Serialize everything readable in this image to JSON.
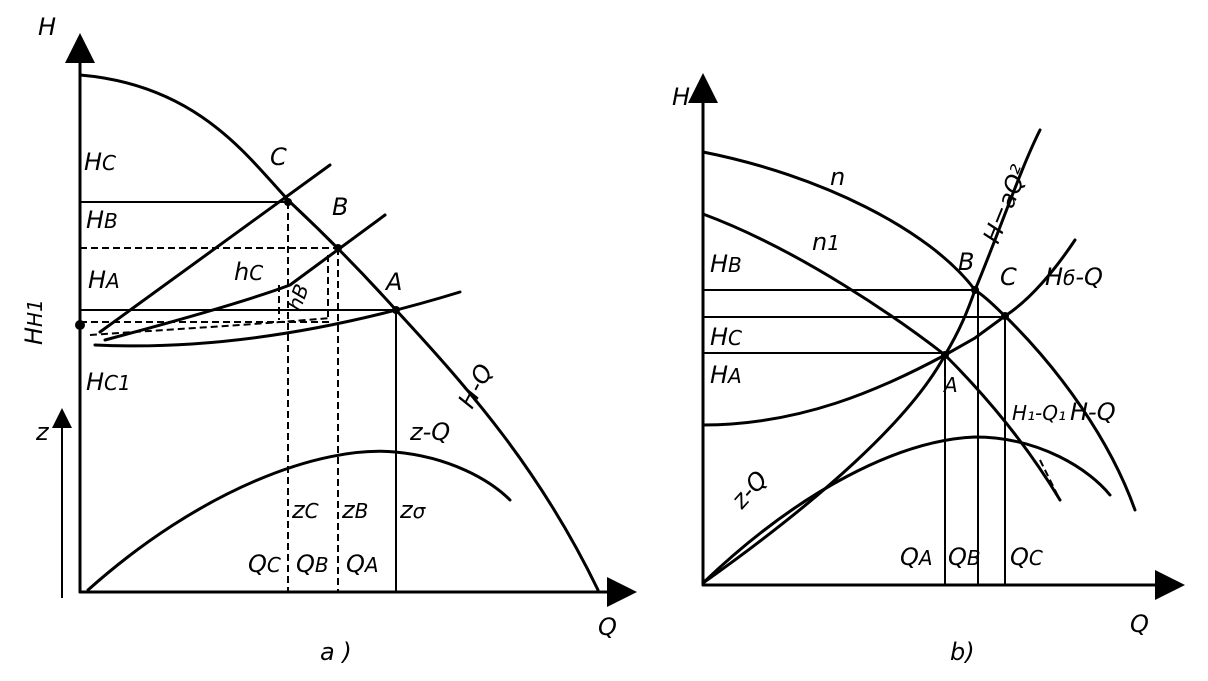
{
  "left": {
    "axis_h": "H",
    "axis_q": "Q",
    "axis_z": "z",
    "caption": "a )",
    "points": {
      "c": "C",
      "b": "B",
      "a": "A"
    },
    "heads": {
      "hc": "H",
      "hc_sub": "C",
      "hb": "H",
      "hb_sub": "B",
      "ha": "H",
      "ha_sub": "A",
      "hh1": "H",
      "hh1_sub": "H1",
      "hc1": "H",
      "hc1_sub": "C1"
    },
    "losses": {
      "hc": "h",
      "hc_sub": "C",
      "hb": "h",
      "hb_sub": "B"
    },
    "curve_hq": "H-Q",
    "curve_zq": "z-Q",
    "efficiencies": {
      "zc": "z",
      "zc_sub": "C",
      "zb": "z",
      "zb_sub": "B",
      "za": "z",
      "za_sub": "σ"
    },
    "flows": {
      "qc": "Q",
      "qc_sub": "C",
      "qb": "Q",
      "qb_sub": "B",
      "qa": "Q",
      "qa_sub": "A"
    }
  },
  "right": {
    "axis_h": "H",
    "axis_q": "Q",
    "caption": "b)",
    "curve_n": "n",
    "curve_n1": "n",
    "curve_n1_sub": "1",
    "points": {
      "b": "B",
      "c": "C",
      "a": "A"
    },
    "heads": {
      "hb": "H",
      "hb_sub": "B",
      "hc": "H",
      "hc_sub": "C",
      "ha": "H",
      "ha_sub": "A"
    },
    "curve_parabola": "H=aQ²",
    "curve_hbq": "H",
    "curve_hbq_sub": "б",
    "curve_hbq_tail": "-Q",
    "curve_hq": "H-Q",
    "curve_h1q1": "H₁-Q₁",
    "curve_zq": "z-Q",
    "flows": {
      "qa": "Q",
      "qa_sub": "A",
      "qb": "Q",
      "qb_sub": "B",
      "qc": "Q",
      "qc_sub": "C"
    }
  }
}
